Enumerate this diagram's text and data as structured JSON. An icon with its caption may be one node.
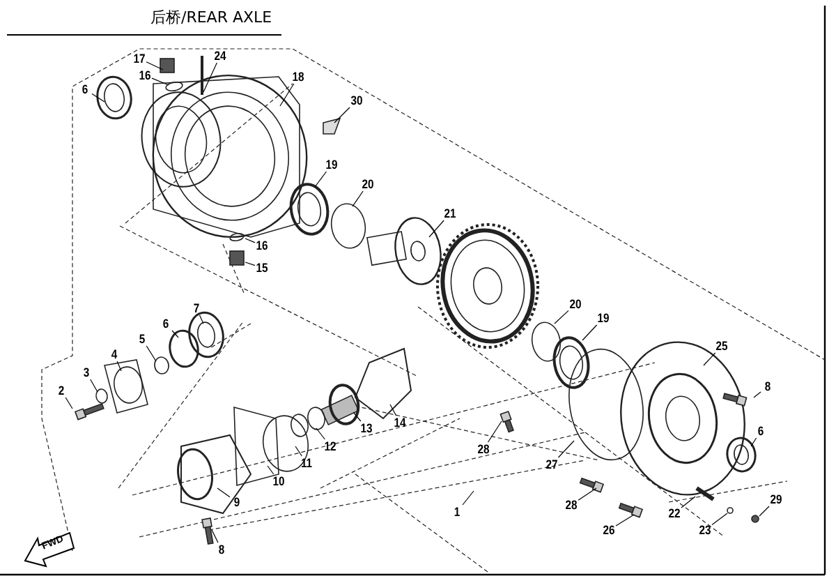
{
  "diagram": {
    "title": "后桥/REAR AXLE",
    "nodes": [
      {
        "text": [
          "17"
        ]
      },
      {
        "text": [
          "16"
        ]
      },
      {
        "text": [
          "24"
        ]
      },
      {
        "text": [
          "18"
        ]
      },
      {
        "text": [
          "6"
        ]
      },
      {
        "text": [
          "30"
        ]
      },
      {
        "text": [
          "19"
        ]
      },
      {
        "text": [
          "20"
        ]
      },
      {
        "text": [
          "21"
        ]
      },
      {
        "text": [
          "16"
        ]
      },
      {
        "text": [
          "15"
        ]
      },
      {
        "text": [
          "7"
        ]
      },
      {
        "text": [
          "6"
        ]
      },
      {
        "text": [
          "5"
        ]
      },
      {
        "text": [
          "4"
        ]
      },
      {
        "text": [
          "3"
        ]
      },
      {
        "text": [
          "2"
        ]
      },
      {
        "text": [
          "20"
        ]
      },
      {
        "text": [
          "19"
        ]
      },
      {
        "text": [
          "25"
        ]
      },
      {
        "text": [
          "8"
        ]
      },
      {
        "text": [
          "14"
        ]
      },
      {
        "text": [
          "13"
        ]
      },
      {
        "text": [
          "6"
        ]
      },
      {
        "text": [
          "12"
        ]
      },
      {
        "text": [
          "28"
        ]
      },
      {
        "text": [
          "27"
        ]
      },
      {
        "text": [
          "11"
        ]
      },
      {
        "text": [
          "10"
        ]
      },
      {
        "text": [
          "9"
        ]
      },
      {
        "text": [
          "29"
        ]
      },
      {
        "text": [
          "28"
        ]
      },
      {
        "text": [
          "1"
        ]
      },
      {
        "text": [
          "22"
        ]
      },
      {
        "text": [
          "23"
        ]
      },
      {
        "text": [
          "26"
        ]
      },
      {
        "text": [
          "8"
        ]
      }
    ],
    "edges": [
      {
        "from": 0,
        "to": null,
        "arrow": "none"
      },
      {
        "from": 1,
        "to": null,
        "arrow": "none"
      },
      {
        "from": 2,
        "to": null,
        "arrow": "none"
      },
      {
        "from": 3,
        "to": null,
        "arrow": "none"
      },
      {
        "from": 4,
        "to": null,
        "arrow": "none"
      },
      {
        "from": 5,
        "to": null,
        "arrow": "none"
      },
      {
        "from": 6,
        "to": null,
        "arrow": "none"
      },
      {
        "from": 7,
        "to": null,
        "arrow": "none"
      },
      {
        "from": 8,
        "to": null,
        "arrow": "none"
      },
      {
        "from": 9,
        "to": null,
        "arrow": "none"
      },
      {
        "from": 10,
        "to": null,
        "arrow": "none"
      },
      {
        "from": 11,
        "to": null,
        "arrow": "none"
      },
      {
        "from": 12,
        "to": null,
        "arrow": "none"
      },
      {
        "from": 13,
        "to": null,
        "arrow": "none"
      },
      {
        "from": 14,
        "to": null,
        "arrow": "none"
      },
      {
        "from": 15,
        "to": null,
        "arrow": "none"
      },
      {
        "from": 16,
        "to": null,
        "arrow": "none"
      },
      {
        "from": 17,
        "to": null,
        "arrow": "none"
      },
      {
        "from": 18,
        "to": null,
        "arrow": "none"
      },
      {
        "from": 19,
        "to": null,
        "arrow": "none"
      },
      {
        "from": 20,
        "to": null,
        "arrow": "none"
      },
      {
        "from": 21,
        "to": null,
        "arrow": "none"
      },
      {
        "from": 22,
        "to": null,
        "arrow": "none"
      },
      {
        "from": 23,
        "to": null,
        "arrow": "none"
      },
      {
        "from": 24,
        "to": null,
        "arrow": "none"
      },
      {
        "from": 25,
        "to": null,
        "arrow": "none"
      },
      {
        "from": 26,
        "to": null,
        "arrow": "none"
      },
      {
        "from": 27,
        "to": null,
        "arrow": "none"
      },
      {
        "from": 28,
        "to": null,
        "arrow": "none"
      },
      {
        "from": 29,
        "to": null,
        "arrow": "none"
      },
      {
        "from": 30,
        "to": null,
        "arrow": "none"
      },
      {
        "from": 31,
        "to": null,
        "arrow": "none"
      },
      {
        "from": 32,
        "to": null,
        "arrow": "none"
      },
      {
        "from": 33,
        "to": null,
        "arrow": "none"
      },
      {
        "from": 34,
        "to": null,
        "arrow": "none"
      },
      {
        "from": 35,
        "to": null,
        "arrow": "none"
      },
      {
        "from": 36,
        "to": null,
        "arrow": "none"
      }
    ],
    "labels": [
      "FWD"
    ]
  }
}
